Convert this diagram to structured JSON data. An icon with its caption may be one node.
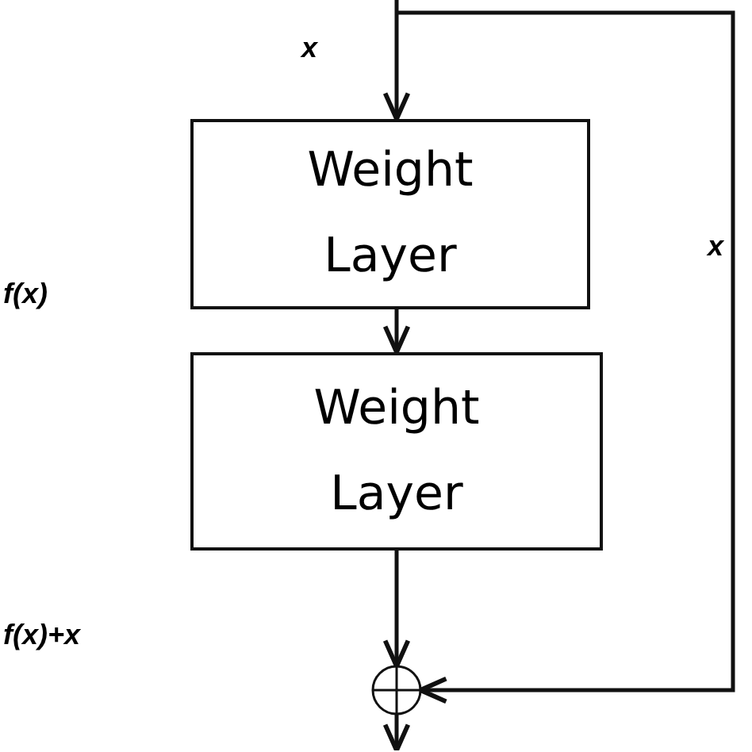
{
  "diagram": {
    "nodes": [
      {
        "text": [
          "Weight Layer"
        ]
      },
      {
        "text": [
          "Weight Layer"
        ]
      },
      {
        "text": [],
        "shape": "circle"
      }
    ],
    "edges": [
      {
        "from": null,
        "to": 0,
        "arrow": "to",
        "label": "x"
      },
      {
        "from": 0,
        "to": 1,
        "arrow": "to"
      },
      {
        "from": 1,
        "to": 2,
        "arrow": "to"
      },
      {
        "from": null,
        "to": 2,
        "arrow": "to",
        "label": "x"
      },
      {
        "from": 2,
        "to": null,
        "arrow": "to"
      }
    ],
    "labels": [
      "f(x)",
      "f(x)+x"
    ]
  }
}
